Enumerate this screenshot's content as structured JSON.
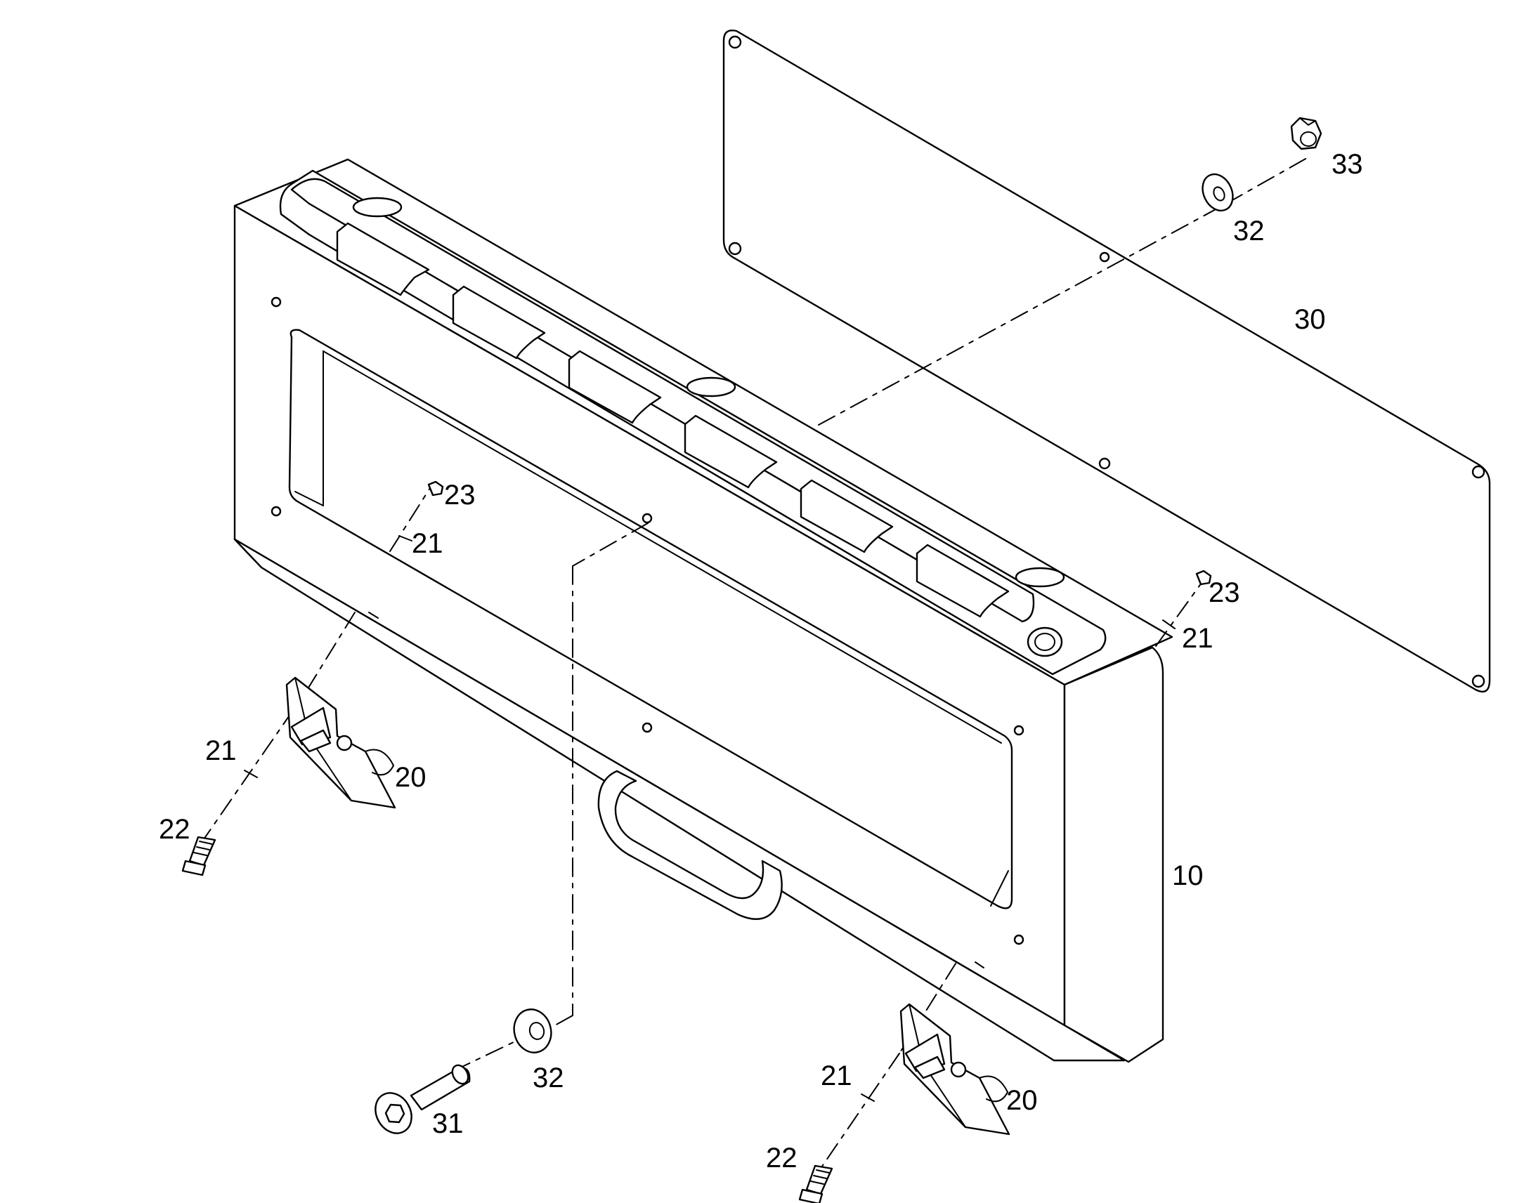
{
  "callouts": {
    "frame": "10",
    "latch_left": "20",
    "latch_right": "20",
    "clip_a": "21",
    "clip_b": "21",
    "clip_c": "21",
    "clip_d": "21",
    "bolt_left": "22",
    "bolt_right": "22",
    "pin_left": "23",
    "pin_right": "23",
    "plate": "30",
    "cap_screw": "31",
    "washer_top": "32",
    "washer_bottom": "32",
    "nut": "33"
  },
  "colors": {
    "line": "#000000",
    "background": "#ffffff"
  }
}
